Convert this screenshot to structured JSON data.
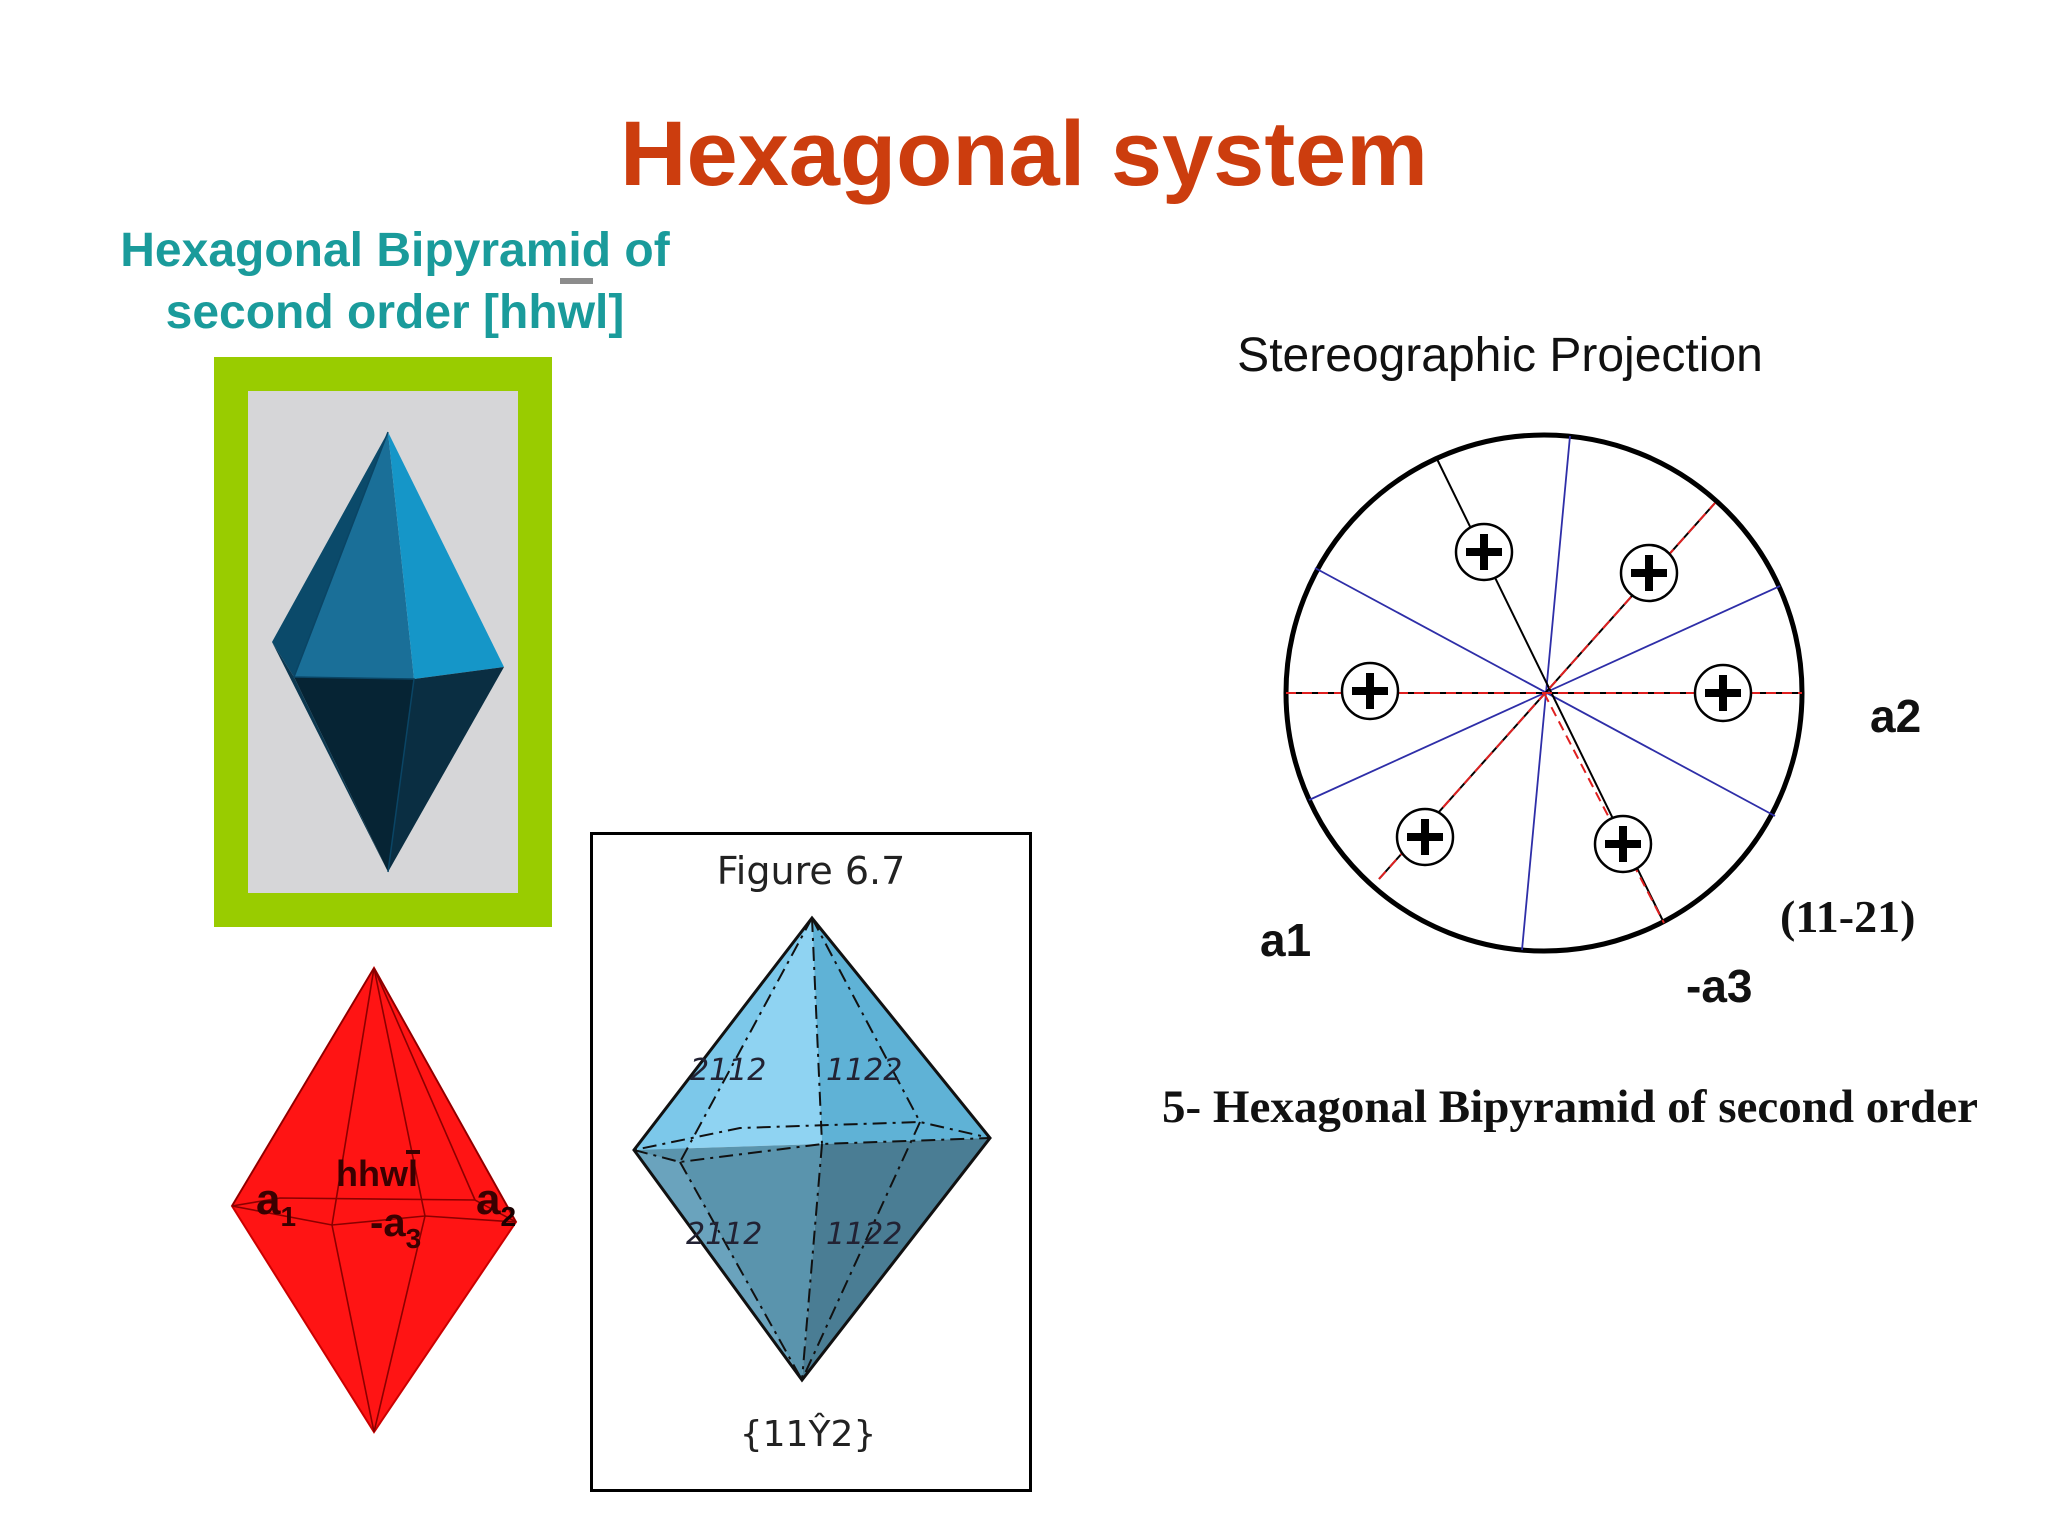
{
  "slide": {
    "title": "Hexagonal system",
    "subtitle_line1": "Hexagonal Bipyramid of",
    "subtitle_line2_pre": "second order [hh",
    "subtitle_line2_w": "w",
    "subtitle_line2_post": "l]",
    "projection_title": "Stereographic Projection",
    "caption": "5- Hexagonal Bipyramid of second order"
  },
  "figure": {
    "title": "Figure 6.7",
    "form_label": "{11Ŷ2}",
    "face_upper_left": "2112",
    "face_upper_right": "1122",
    "face_lower_left": "2112",
    "face_lower_right": "1122"
  },
  "red_crystal": {
    "label_a1_main": "a",
    "label_a1_sub": "1",
    "label_a2_main": "a",
    "label_a2_sub": "2",
    "label_a3_main": "-a",
    "label_a3_sub": "3",
    "label_hhwl": "hhwl"
  },
  "stereonet": {
    "label_a1": "a1",
    "label_a2": "a2",
    "label_a3": "-a3",
    "label_face": "(11-21)",
    "pole_symbol": "+"
  },
  "colors": {
    "title": "#CC3D0E",
    "subtitle": "#1A9B9B",
    "green_frame": "#99CC00",
    "red_crystal": "#FF1414",
    "blue_crystal": "#1596C8",
    "figure_crystal": "#5FA6C8",
    "mirror_lines": "#2E2EA8",
    "dashed_axes": "#E02020"
  }
}
